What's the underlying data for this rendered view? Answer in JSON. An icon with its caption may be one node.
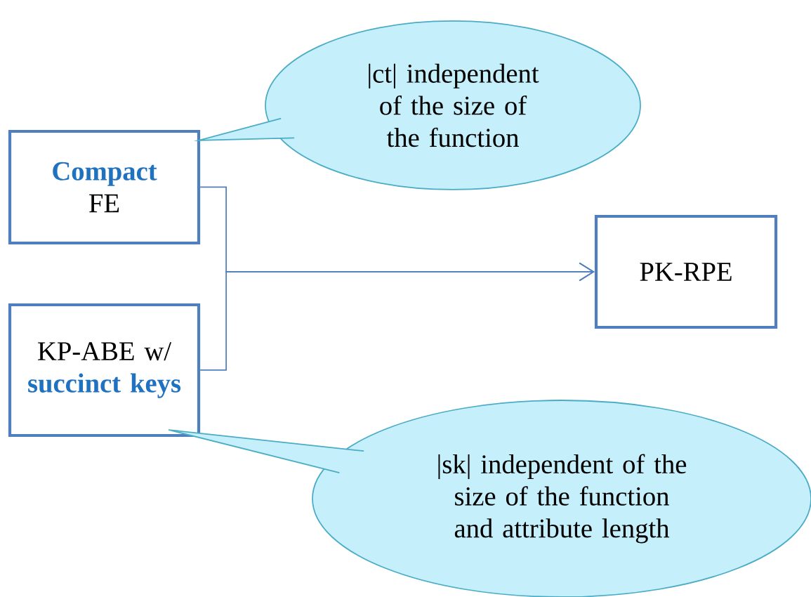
{
  "diagram": {
    "nodes": [
      {
        "text": [
          "Compact",
          "FE"
        ]
      },
      {
        "text": [
          "KP-ABE w/ **succinct keys**"
        ]
      },
      {
        "text": [
          "PK-RPE"
        ]
      },
      {
        "text": [
          "|ct| independent of the size of the function"
        ]
      },
      {
        "text": [
          "|sk| independent of the size of the function and attribute length"
        ]
      }
    ],
    "edges": [
      {
        "from": 0,
        "to": 2,
        "arrow": "to"
      },
      {
        "from": 1,
        "to": 2,
        "arrow": "to"
      }
    ]
  }
}
